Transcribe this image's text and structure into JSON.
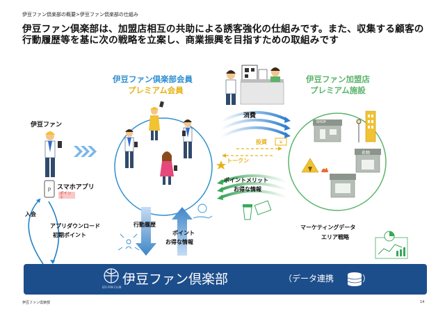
{
  "breadcrumb": "伊豆ファン倶楽部の概要>伊豆ファン倶楽部の仕組み",
  "headline": "伊豆ファン倶楽部は、加盟店相互の共助による誘客強化の仕組みです。また、収集する顧客の行動履歴等を基に次の戦略を立案し、商業振興を目指すための取組みです",
  "member_title_1": "伊豆ファン倶楽部会員",
  "member_title_2": "プレミアム会員",
  "shop_title_1": "伊豆ファン加盟店",
  "shop_title_2": "プレミアム施設",
  "izu_fan": "伊豆ファン",
  "smartphone_app": "スマホアプリ",
  "point_tag": "ポイント",
  "join": "入会",
  "app_download_1": "アプリダウンロード",
  "app_download_2": "初期ポイント",
  "consumption": "消費",
  "investment": "投資",
  "token": "トークン",
  "point_merit_1": "ポイントメリット",
  "point_merit_2": "お得な情報",
  "behavior_history": "行動履歴",
  "point_info_1": "ポイント",
  "point_info_2": "お得な情報",
  "marketing_1": "マーケティングデータ",
  "marketing_2": "エリア戦略",
  "shop_sign": "SHOP",
  "brand_sign": "名物",
  "logo_text": "伊豆ファン倶楽部",
  "logo_sub": "IZU FAN CLUB",
  "data_link": "（データ連携",
  "data_link_end": "）",
  "footer_left": "伊豆ファン倶楽部",
  "page_number": "14",
  "colors": {
    "brand_blue": "#1d4e8c",
    "accent_blue": "#2f8fd1",
    "accent_yellow": "#e5b318",
    "accent_green": "#5bb36a"
  }
}
